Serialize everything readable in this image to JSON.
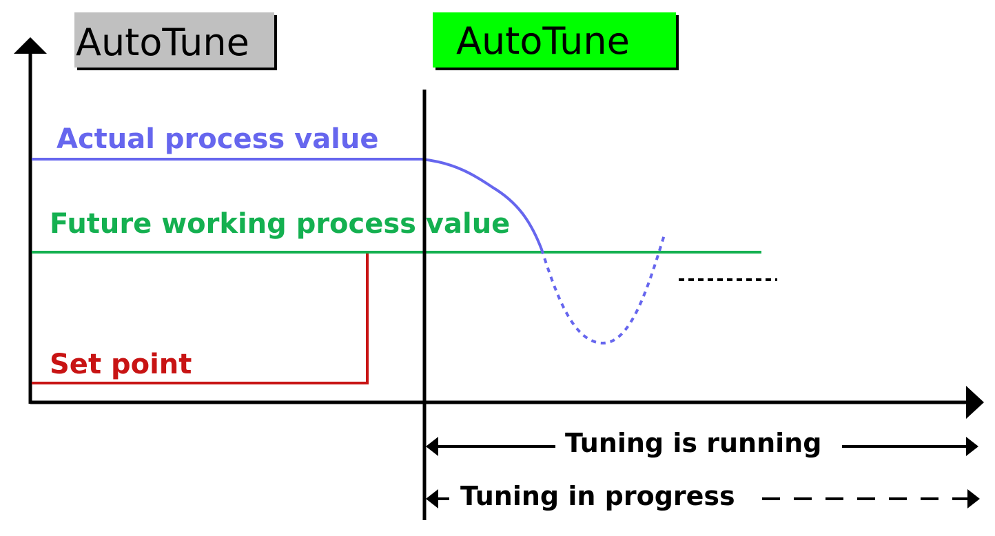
{
  "buttons": {
    "autotune_off": {
      "label": "AutoTune",
      "fill": "#c0c0c0"
    },
    "autotune_on": {
      "label": "AutoTune",
      "fill": "#00ff00"
    }
  },
  "labels": {
    "actual_process_value": "Actual process value",
    "future_working_process_value": "Future working process value",
    "set_point": "Set point",
    "tuning_is_running": "Tuning is running",
    "tuning_in_progress": "Tuning in progress"
  },
  "colors": {
    "actual": "#6666ee",
    "future": "#14b050",
    "setpoint": "#c81414",
    "axis": "#000000"
  }
}
